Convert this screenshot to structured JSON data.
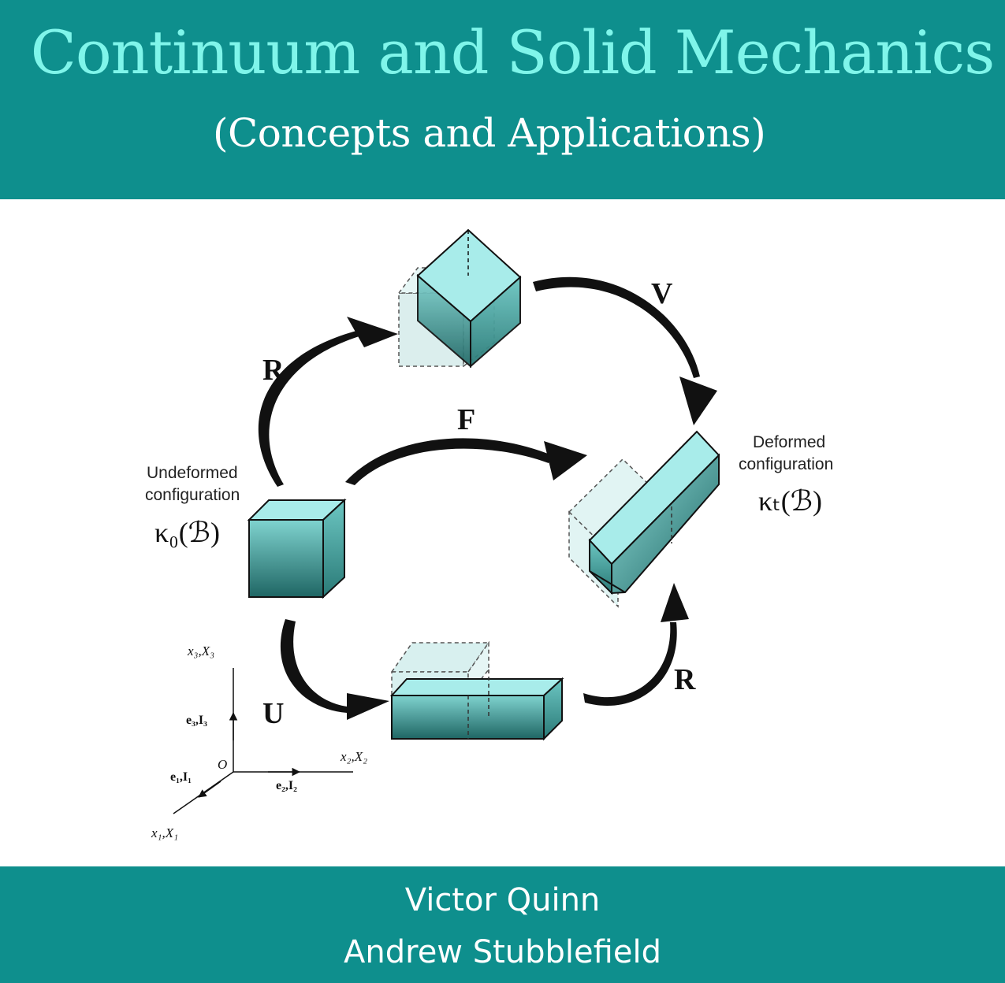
{
  "cover": {
    "title": "Continuum and Solid Mechanics",
    "subtitle": "(Concepts and Applications)",
    "authors": [
      "Victor Quinn",
      "Andrew Stubblefield"
    ]
  },
  "figure": {
    "labels": {
      "R_top": "R",
      "V": "V",
      "F": "F",
      "U": "U",
      "R_bottom": "R"
    },
    "undeformed": {
      "line1": "Undeformed",
      "line2": "configuration",
      "symbol": "κ₀(ℬ)"
    },
    "deformed": {
      "line1": "Deformed",
      "line2": "configuration",
      "symbol": "κₜ(ℬ)"
    },
    "axes": {
      "x3": "x₃,X₃",
      "x2": "x₂,X₂",
      "x1": "x₁,X₁",
      "origin": "O",
      "e3": "e₃,I₃",
      "e2": "e₂,I₂",
      "e1": "e₁,I₁"
    },
    "colors": {
      "teal_light": "#a8ecea",
      "teal_mid": "#5fbcb8",
      "teal_dark": "#1f6664",
      "ghost": "#d8f0ef"
    }
  }
}
